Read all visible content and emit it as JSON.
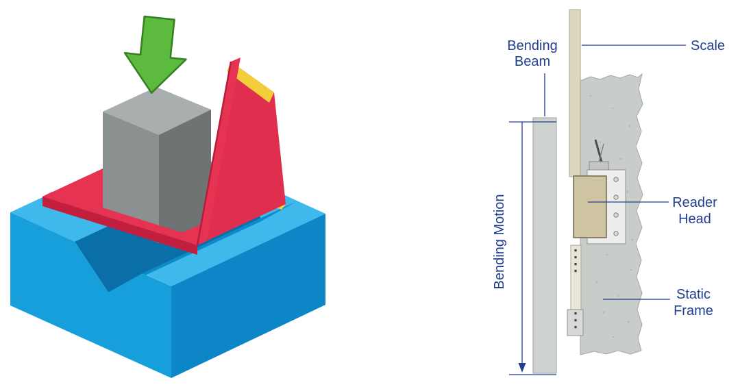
{
  "right_panel": {
    "labels": {
      "bending_beam": [
        "Bending",
        "Beam"
      ],
      "scale": "Scale",
      "reader_head": [
        "Reader",
        "Head"
      ],
      "static_frame": [
        "Static",
        "Frame"
      ],
      "bending_motion": "Bending Motion"
    }
  },
  "colors": {
    "label_text": "#213E8F",
    "die_blue_top": "#3FB9EC",
    "die_blue_front": "#169FDB",
    "die_blue_side": "#0C86C6",
    "groove_dark": "#0A6FA9",
    "sheet_red": "#E73352",
    "sheet_red_dark": "#C21F3F",
    "sheet_edge_yellow": "#F2CE3A",
    "punch_gray_top": "#A9AEAF",
    "punch_gray_front": "#8B9091",
    "punch_gray_side": "#6E7374",
    "arrow_green": "#5CBA3E",
    "beam_gray": "#CFD3D0",
    "scale_beige": "#DBD8BE",
    "frame_gray": "#C9CDCA"
  }
}
